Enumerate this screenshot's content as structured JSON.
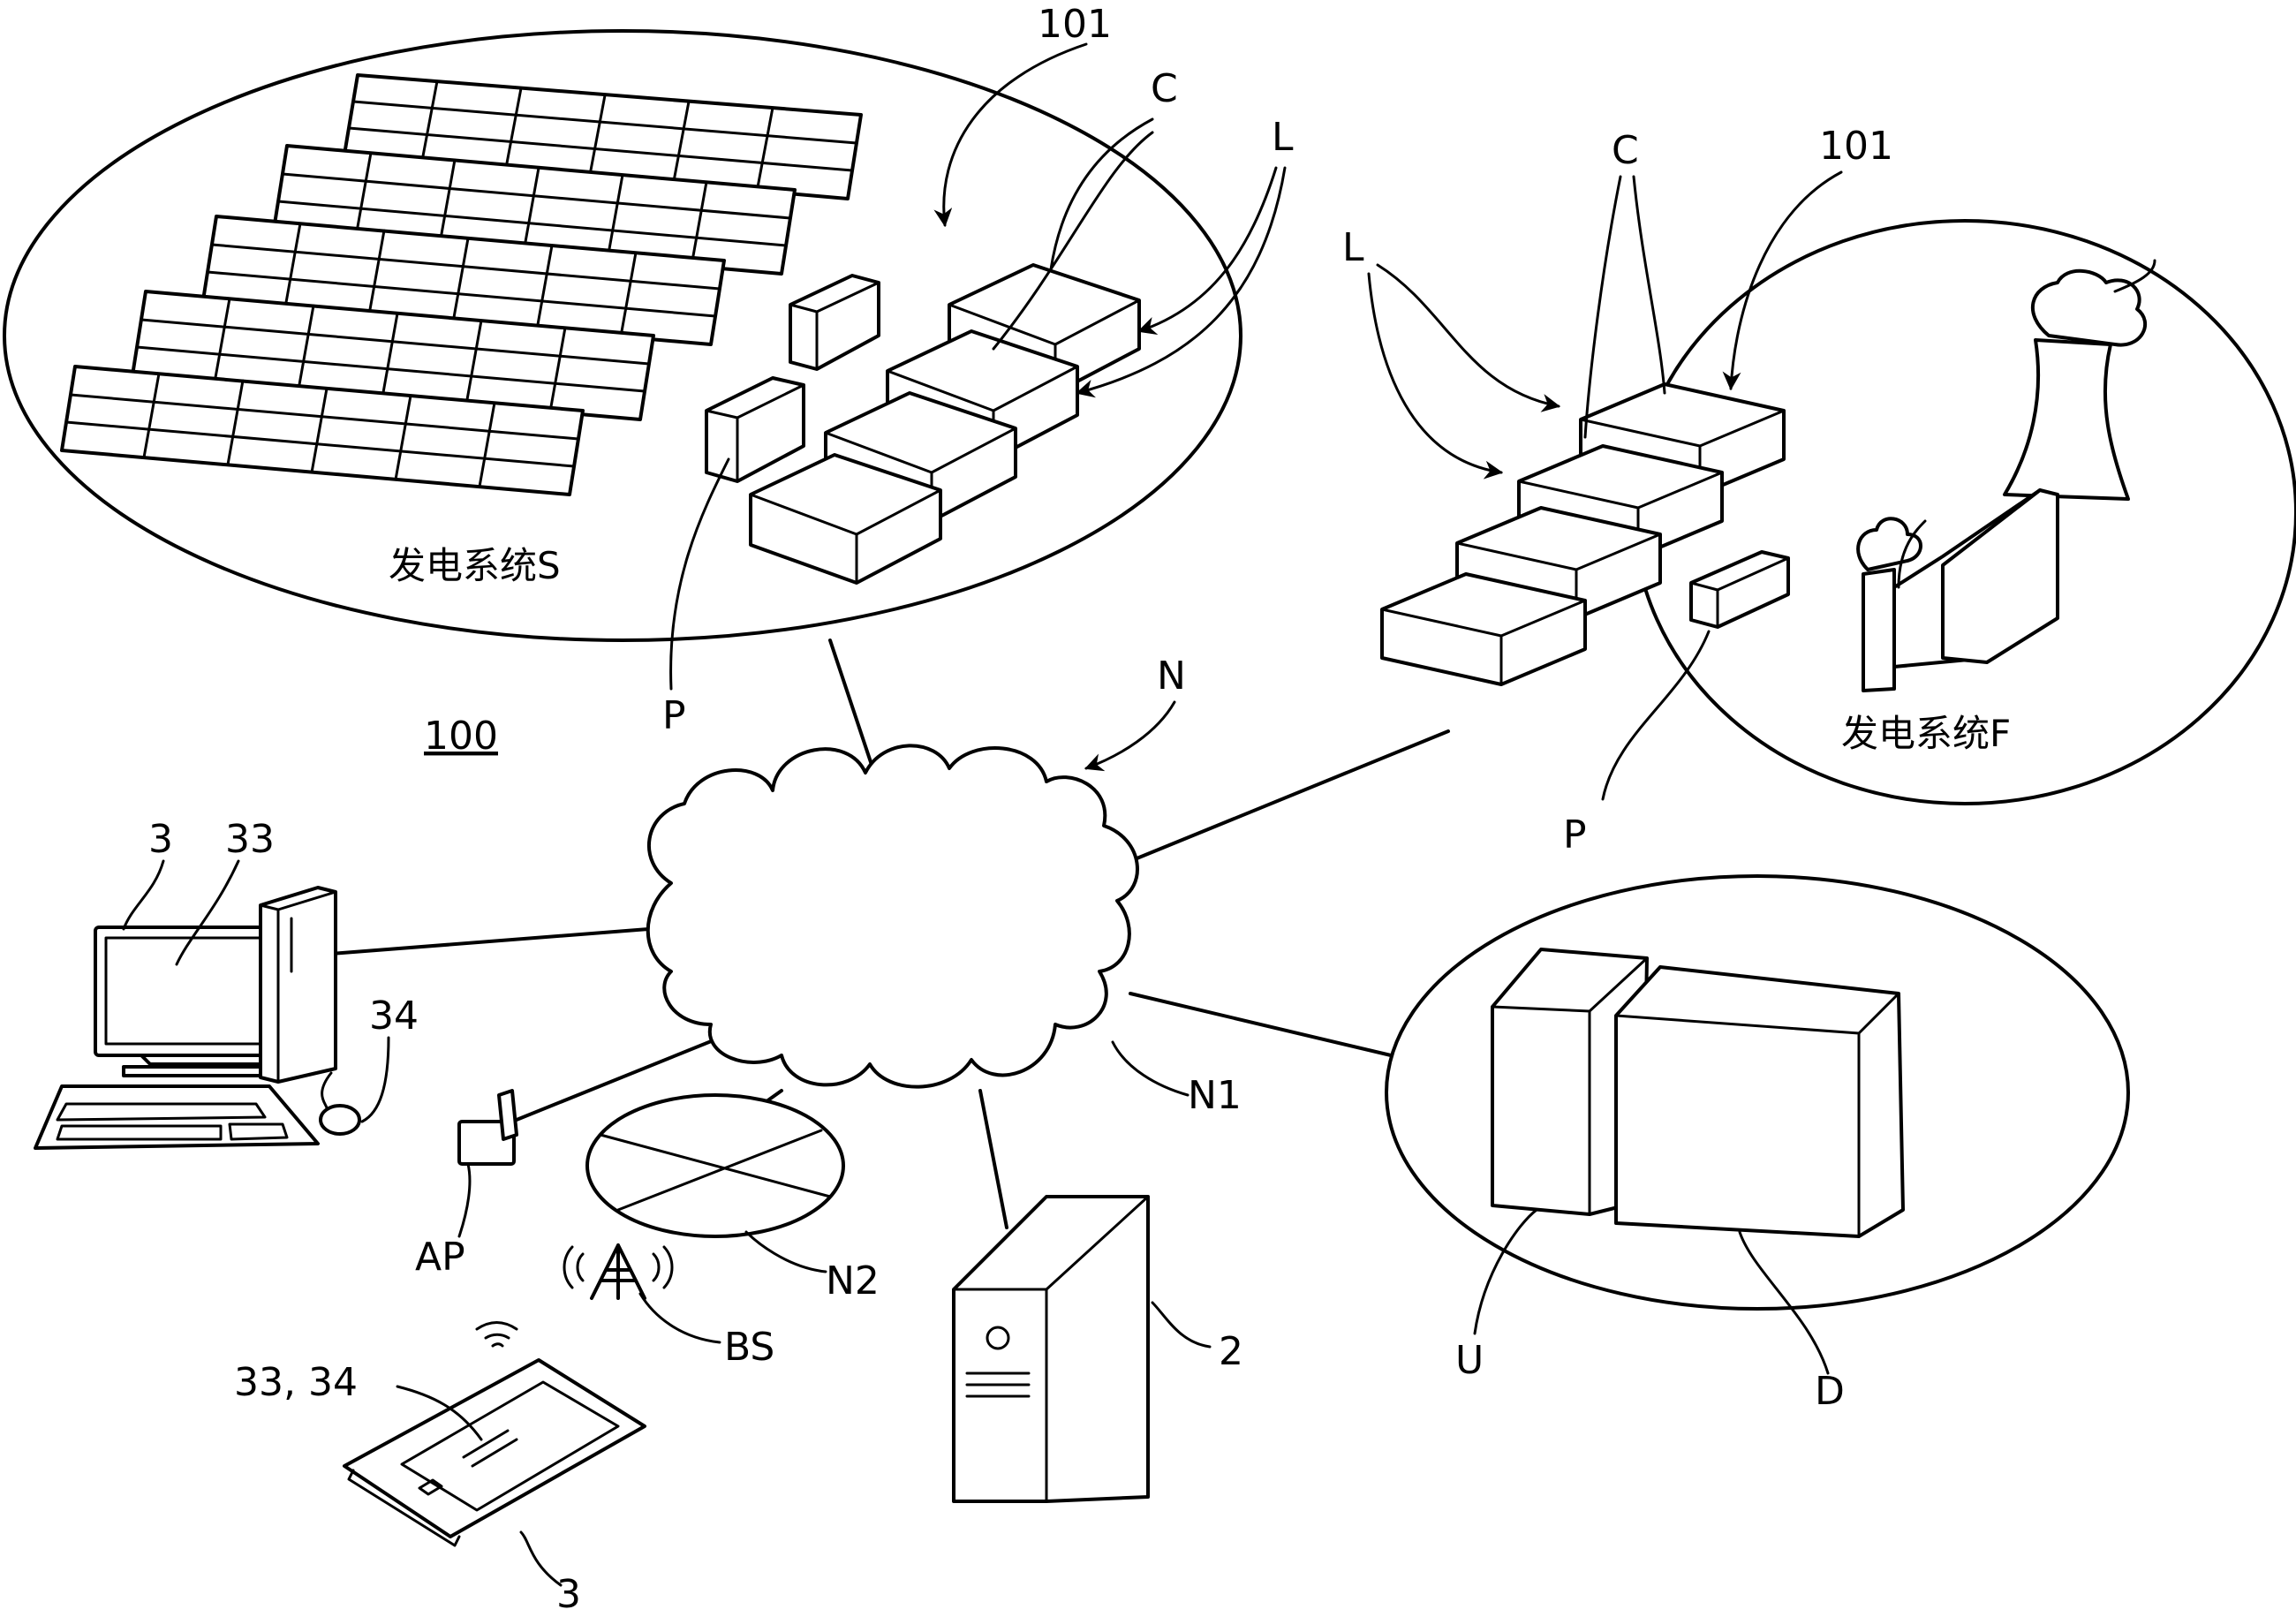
{
  "figure_label": "100",
  "nodes": {
    "solar_system": {
      "label": "发电系统S"
    },
    "thermal_system": {
      "label": "发电系统F"
    },
    "network": "N",
    "network_n1": "N1",
    "network_n2": "N2",
    "access_point": "AP",
    "base_station": "BS",
    "server": "2",
    "unit": "U",
    "database": "D",
    "desktop_terminal": "3",
    "display": "33",
    "input_device": "34",
    "tablet_terminal": "3",
    "tablet_display_input": "33, 34"
  },
  "callouts": {
    "solar": {
      "group": "101",
      "container": "C",
      "load": "L",
      "pcs": "P"
    },
    "thermal": {
      "group": "101",
      "container": "C",
      "load": "L",
      "pcs": "P"
    }
  },
  "icons": [
    "solar-panel-icon",
    "battery-container-icon",
    "cooling-tower-icon",
    "chimney-icon",
    "cloud-icon",
    "desktop-computer-icon",
    "mouse-icon",
    "wifi-access-point-icon",
    "antenna-tower-icon",
    "tablet-icon",
    "server-tower-icon",
    "storage-cabinet-icon"
  ]
}
